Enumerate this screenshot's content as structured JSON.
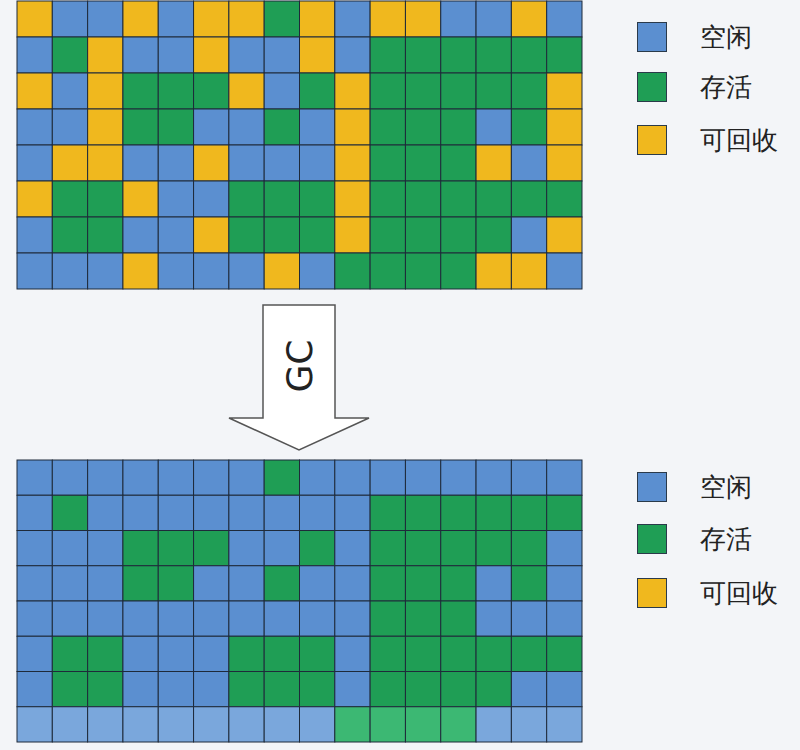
{
  "diagram": {
    "nodes": [
      {
        "text": [
          "GC"
        ]
      }
    ],
    "legend": [
      {
        "text": "空闲",
        "color": "#5b8fd0"
      },
      {
        "text": "存活",
        "color": "#1f9e55"
      },
      {
        "text": "可回收",
        "color": "#f0b81e"
      },
      {
        "text": "空闲",
        "color": "#5b8fd0"
      },
      {
        "text": "存活",
        "color": "#1f9e55"
      },
      {
        "text": "可回收",
        "color": "#f0b81e"
      }
    ]
  }
}
